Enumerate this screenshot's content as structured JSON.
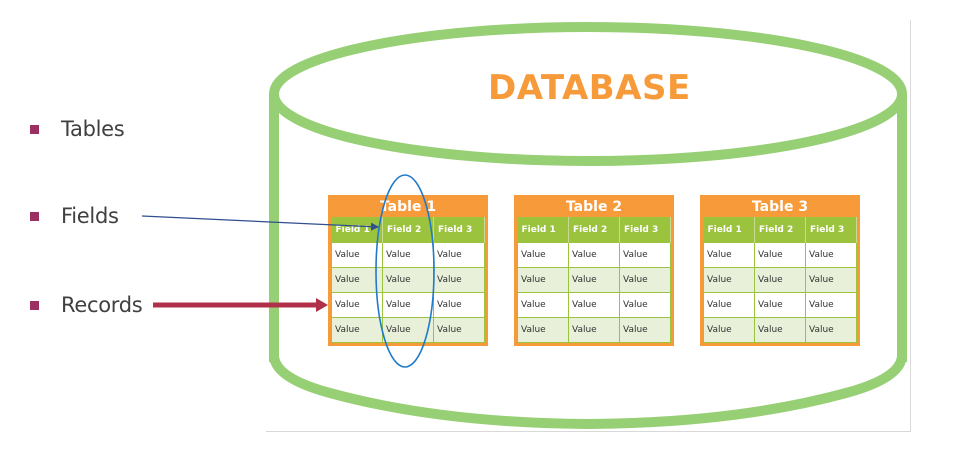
{
  "bullets": [
    {
      "label": "Tables"
    },
    {
      "label": "Fields"
    },
    {
      "label": "Records"
    }
  ],
  "database": {
    "title": "DATABASE",
    "tables": [
      {
        "title": "Table 1",
        "fields": [
          "Field 1",
          "Field 2",
          "Field 3"
        ],
        "rows": [
          [
            "Value",
            "Value",
            "Value"
          ],
          [
            "Value",
            "Value",
            "Value"
          ],
          [
            "Value",
            "Value",
            "Value"
          ],
          [
            "Value",
            "Value",
            "Value"
          ]
        ]
      },
      {
        "title": "Table 2",
        "fields": [
          "Field 1",
          "Field 2",
          "Field 3"
        ],
        "rows": [
          [
            "Value",
            "Value",
            "Value"
          ],
          [
            "Value",
            "Value",
            "Value"
          ],
          [
            "Value",
            "Value",
            "Value"
          ],
          [
            "Value",
            "Value",
            "Value"
          ]
        ]
      },
      {
        "title": "Table 3",
        "fields": [
          "Field 1",
          "Field 2",
          "Field 3"
        ],
        "rows": [
          [
            "Value",
            "Value",
            "Value"
          ],
          [
            "Value",
            "Value",
            "Value"
          ],
          [
            "Value",
            "Value",
            "Value"
          ],
          [
            "Value",
            "Value",
            "Value"
          ]
        ]
      }
    ]
  },
  "colors": {
    "cylinder": "#97cf75",
    "title": "#f79a3a",
    "table_border": "#f79a3a",
    "field_header": "#9bc33e",
    "bullet": "#9b2f62",
    "fields_arrow": "#2f4f8f",
    "records_arrow": "#b0304a",
    "field_highlight": "#1f7ac9"
  }
}
